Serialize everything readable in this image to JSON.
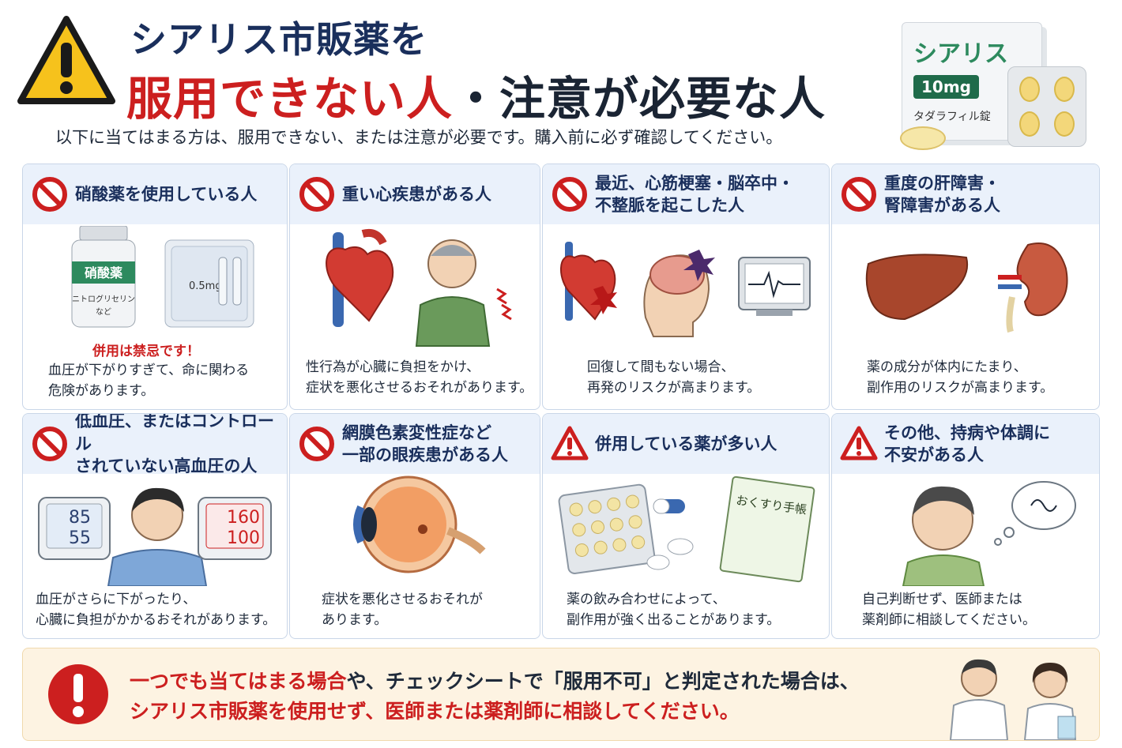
{
  "header": {
    "title_line1": "シアリス市販薬を",
    "title_red": "服用できない人",
    "title_dark": "・注意が必要な人",
    "subtitle": "以下に当てはまる方は、服用できない、または注意が必要です。購入前に必ず確認してください。"
  },
  "product": {
    "name": "シアリス",
    "dose": "10mg",
    "subname": "タダラフィル錠"
  },
  "cards": [
    {
      "icon": "prohibited-icon",
      "title_lines": [
        "硝酸薬を使用している人"
      ],
      "label_bottle": "硝酸薬",
      "label_bottle_sub1": "ニトログリセリン",
      "label_bottle_sub2": "など",
      "label_ampoule": "0.5mg",
      "alert": "併用は禁忌です！",
      "desc_lines": [
        "血圧が下がりすぎて、命に関わる",
        "危険があります。"
      ]
    },
    {
      "icon": "prohibited-icon",
      "title_lines": [
        "重い心疾患がある人"
      ],
      "desc_lines": [
        "性行為が心臓に負担をかけ、",
        "症状を悪化させるおそれがあります。"
      ]
    },
    {
      "icon": "prohibited-icon",
      "title_lines": [
        "最近、心筋梗塞・脳卒中・",
        "不整脈を起こした人"
      ],
      "desc_lines": [
        "回復して間もない場合、",
        "再発のリスクが高まります。"
      ]
    },
    {
      "icon": "prohibited-icon",
      "title_lines": [
        "重度の肝障害・",
        "腎障害がある人"
      ],
      "desc_lines": [
        "薬の成分が体内にたまり、",
        "副作用のリスクが高まります。"
      ]
    },
    {
      "icon": "prohibited-icon",
      "title_lines": [
        "低血圧、またはコントロール",
        "されていない高血圧の人"
      ],
      "bp_low_sys": "85",
      "bp_low_dia": "55",
      "bp_high_sys": "160",
      "bp_high_dia": "100",
      "desc_lines": [
        "血圧がさらに下がったり、",
        "心臓に負担がかかるおそれがあります。"
      ]
    },
    {
      "icon": "prohibited-icon",
      "title_lines": [
        "網膜色素変性症など",
        "一部の眼疾患がある人"
      ],
      "desc_lines": [
        "症状を悪化させるおそれが",
        "あります。"
      ]
    },
    {
      "icon": "warning-icon",
      "title_lines": [
        "併用している薬が多い人"
      ],
      "notebook_label": "おくすり手帳",
      "desc_lines": [
        "薬の飲み合わせによって、",
        "副作用が強く出ることがあります。"
      ]
    },
    {
      "icon": "warning-icon",
      "title_lines": [
        "その他、持病や体調に",
        "不安がある人"
      ],
      "desc_lines": [
        "自己判断せず、医師または",
        "薬剤師に相談してください。"
      ]
    }
  ],
  "banner": {
    "line1_red": "一つでも当てはまる場合",
    "line1_rest": "や、チェックシートで「服用不可」と判定された場合は、",
    "line2": "シアリス市販薬を使用せず、医師または薬剤師に相談してください。"
  },
  "colors": {
    "navy": "#1a2f5c",
    "red": "#cc1f1f",
    "card_head": "#eaf1fb",
    "banner_bg": "#fdf3e2",
    "warning_yellow": "#f6c21c"
  }
}
